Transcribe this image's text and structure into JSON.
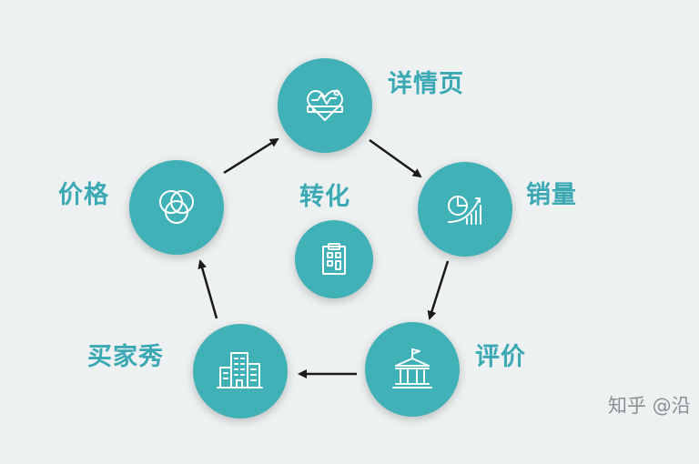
{
  "diagram": {
    "center_label": "转化",
    "nodes": {
      "detail_page": "详情页",
      "sales_volume": "销量",
      "reviews": "评价",
      "buyer_show": "买家秀",
      "price": "价格"
    }
  },
  "icons": {
    "detail_page": "heart-pen-icon",
    "sales_volume": "growth-chart-icon",
    "reviews": "bank-building-icon",
    "buyer_show": "buildings-icon",
    "price": "venn-circles-icon",
    "center": "clipboard-icon"
  },
  "colors": {
    "node": "#3fb1b7",
    "label": "#3aa9b3",
    "arrow": "#1a1a1a",
    "background": "#eef1f1"
  },
  "watermark": "知乎 @沿"
}
